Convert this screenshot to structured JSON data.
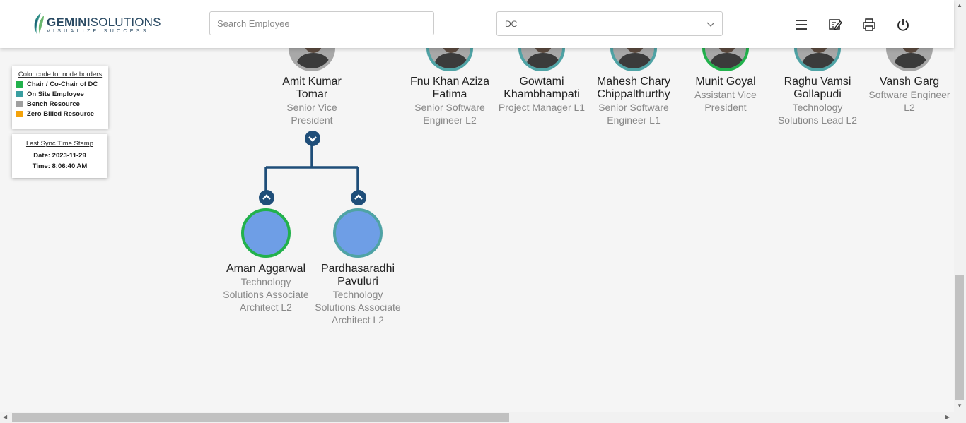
{
  "header": {
    "logo_name": "GEMINI",
    "logo_suffix": "SOLUTIONS",
    "logo_tagline": "VISUALIZE SUCCESS",
    "search_placeholder": "Search Employee",
    "search_value": "",
    "dropdown_value": "DC",
    "icons": [
      "menu-icon",
      "edit-note-icon",
      "print-icon",
      "power-icon"
    ]
  },
  "legend": {
    "title": "Color code for node borders",
    "items": [
      {
        "label": "Chair / Co-Chair of DC",
        "color": "#22b14c"
      },
      {
        "label": "On Site Employee",
        "color": "#3a9fa1"
      },
      {
        "label": "Bench Resource",
        "color": "#a0a0a0"
      },
      {
        "label": "Zero Billed Resource",
        "color": "#f4a30b"
      }
    ]
  },
  "sync": {
    "title": "Last Sync Time Stamp",
    "date": "Date: 2023-11-29",
    "time": "Time: 8:06:40 AM"
  },
  "nodes": [
    {
      "name": "Amit Kumar Tomar",
      "designation": "Senior Vice President",
      "border": "#3a9fa1"
    },
    {
      "name": "Fnu Khan Aziza Fatima",
      "designation": "Senior Software Engineer L2",
      "border": "#3a9fa1"
    },
    {
      "name": "Gowtami Khambhampati",
      "designation": "Project Manager L1",
      "border": "#3a9fa1"
    },
    {
      "name": "Mahesh Chary Chippalthurthy",
      "designation": "Senior Software Engineer L1",
      "border": "#3a9fa1"
    },
    {
      "name": "Munit Goyal",
      "designation": "Assistant Vice President",
      "border": "#22b14c"
    },
    {
      "name": "Raghu Vamsi Gollapudi",
      "designation": "Technology Solutions Lead L2",
      "border": "#3a9fa1"
    },
    {
      "name": "Vansh Garg",
      "designation": "Software Engineer L2",
      "border": "#a0a0a0"
    }
  ],
  "children": [
    {
      "name": "Aman Aggarwal",
      "designation": "Technology Solutions Associate Architect L2",
      "border": "#22b14c"
    },
    {
      "name": "Pardhasaradhi Pavuluri",
      "designation": "Technology Solutions Associate Architect L2",
      "border": "#4fa3a5"
    }
  ],
  "colors": {
    "connector": "#1f4e79",
    "accent": "#2a4a63"
  }
}
